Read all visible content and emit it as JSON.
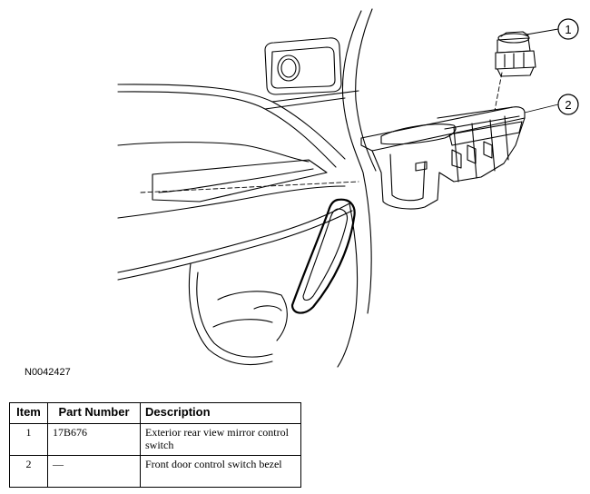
{
  "figure": {
    "id_label": "N0042427",
    "callouts": [
      "1",
      "2"
    ]
  },
  "parts_table": {
    "headers": [
      "Item",
      "Part Number",
      "Description"
    ],
    "rows": [
      {
        "item": "1",
        "part_number": "17B676",
        "description": "Exterior rear view mirror control switch"
      },
      {
        "item": "2",
        "part_number": "—",
        "description": "Front door control switch bezel"
      }
    ]
  }
}
